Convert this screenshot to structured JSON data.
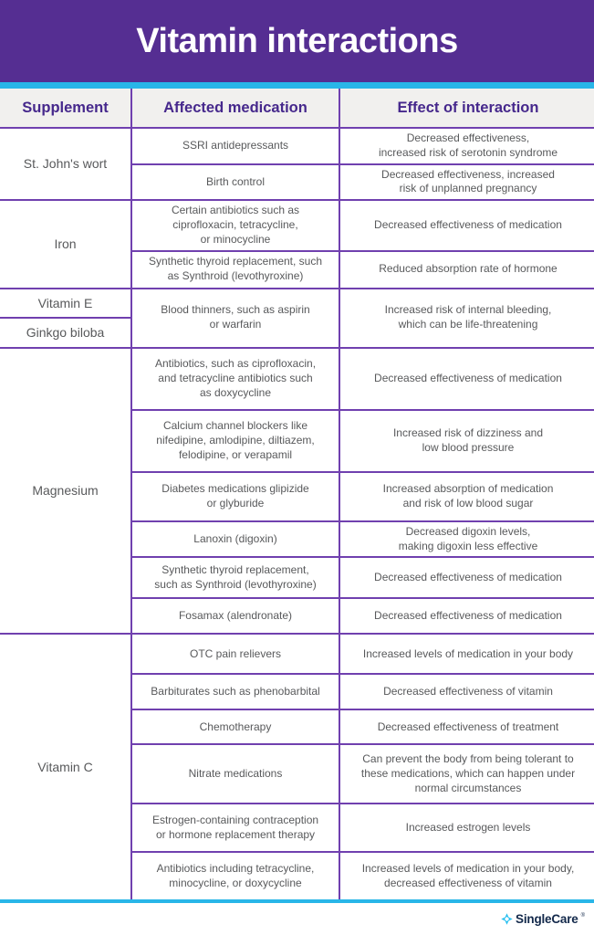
{
  "header": {
    "title": "Vitamin interactions"
  },
  "colors": {
    "purple": "#552e92",
    "accent_cyan": "#29b6e8",
    "border_purple": "#7040af",
    "header_text": "#46288c",
    "body_text": "#58595b",
    "header_row_bg": "#f1f0ee",
    "brand_navy": "#13294b"
  },
  "table": {
    "headers": [
      "Supplement",
      "Affected medication",
      "Effect of interaction"
    ],
    "sections": [
      {
        "supplements": [
          "St. John's wort"
        ],
        "tr_heights": [
          32,
          34
        ],
        "rows": [
          {
            "medication": "SSRI antidepressants",
            "effect": "Decreased effectiveness,\nincreased risk of serotonin syndrome"
          },
          {
            "medication": "Birth control",
            "effect": "Decreased effectiveness, increased\nrisk of unplanned pregnancy"
          }
        ]
      },
      {
        "supplements": [
          "Iron"
        ],
        "tr_heights": [
          46,
          41
        ],
        "rows": [
          {
            "medication": "Certain antibiotics such as\nciprofloxacin, tetracycline,\nor minocycline",
            "effect": "Decreased effectiveness of medication"
          },
          {
            "medication": "Synthetic thyroid replacement, such\nas Synthroid (levothyroxine)",
            "effect": "Reduced absorption rate of hormone"
          }
        ]
      },
      {
        "supplements": [
          "Vitamin E",
          "Ginkgo biloba"
        ],
        "tr_heights": [
          32,
          33
        ],
        "rows": [
          {
            "medication": "Blood thinners, such as aspirin\nor warfarin",
            "effect": "Increased risk of internal bleeding,\nwhich can be life-threatening"
          }
        ]
      },
      {
        "supplements": [
          "Magnesium"
        ],
        "tr_heights": [
          68,
          68,
          54,
          38,
          45,
          39
        ],
        "rows": [
          {
            "medication": "Antibiotics, such as ciprofloxacin,\nand tetracycline antibiotics such\nas doxycycline",
            "effect": "Decreased effectiveness of medication"
          },
          {
            "medication": "Calcium channel blockers like\nnifedipine, amlodipine, diltiazem,\nfelodipine, or verapamil",
            "effect": "Increased risk of dizziness and\nlow blood pressure"
          },
          {
            "medication": "Diabetes medications glipizide\nor glyburide",
            "effect": "Increased absorption of medication\nand risk of low blood sugar"
          },
          {
            "medication": "Lanoxin (digoxin)",
            "effect": "Decreased digoxin levels,\nmaking digoxin less effective"
          },
          {
            "medication": "Synthetic thyroid replacement,\nsuch as Synthroid (levothyroxine)",
            "effect": "Decreased effectiveness of medication"
          },
          {
            "medication": "Fosamax (alendronate)",
            "effect": "Decreased effectiveness of medication"
          }
        ]
      },
      {
        "supplements": [
          "Vitamin C"
        ],
        "tr_heights": [
          44,
          39,
          38,
          65,
          53,
          53
        ],
        "rows": [
          {
            "medication": "OTC pain relievers",
            "effect": "Increased levels of medication in your body"
          },
          {
            "medication": "Barbiturates such as phenobarbital",
            "effect": "Decreased effectiveness of vitamin"
          },
          {
            "medication": "Chemotherapy",
            "effect": "Decreased effectiveness of treatment"
          },
          {
            "medication": "Nitrate medications",
            "effect": "Can prevent the body from being tolerant to\nthese medications, which can happen under\nnormal circumstances"
          },
          {
            "medication": "Estrogen-containing contraception\nor hormone replacement therapy",
            "effect": "Increased estrogen levels"
          },
          {
            "medication": "Antibiotics including tetracycline,\nminocycline, or doxycycline",
            "effect": "Increased levels of medication in your body,\ndecreased effectiveness of vitamin"
          }
        ]
      }
    ]
  },
  "footer": {
    "brand": "SingleCare",
    "trademark": "®",
    "logo_icon": "four-petal-flower-icon"
  }
}
